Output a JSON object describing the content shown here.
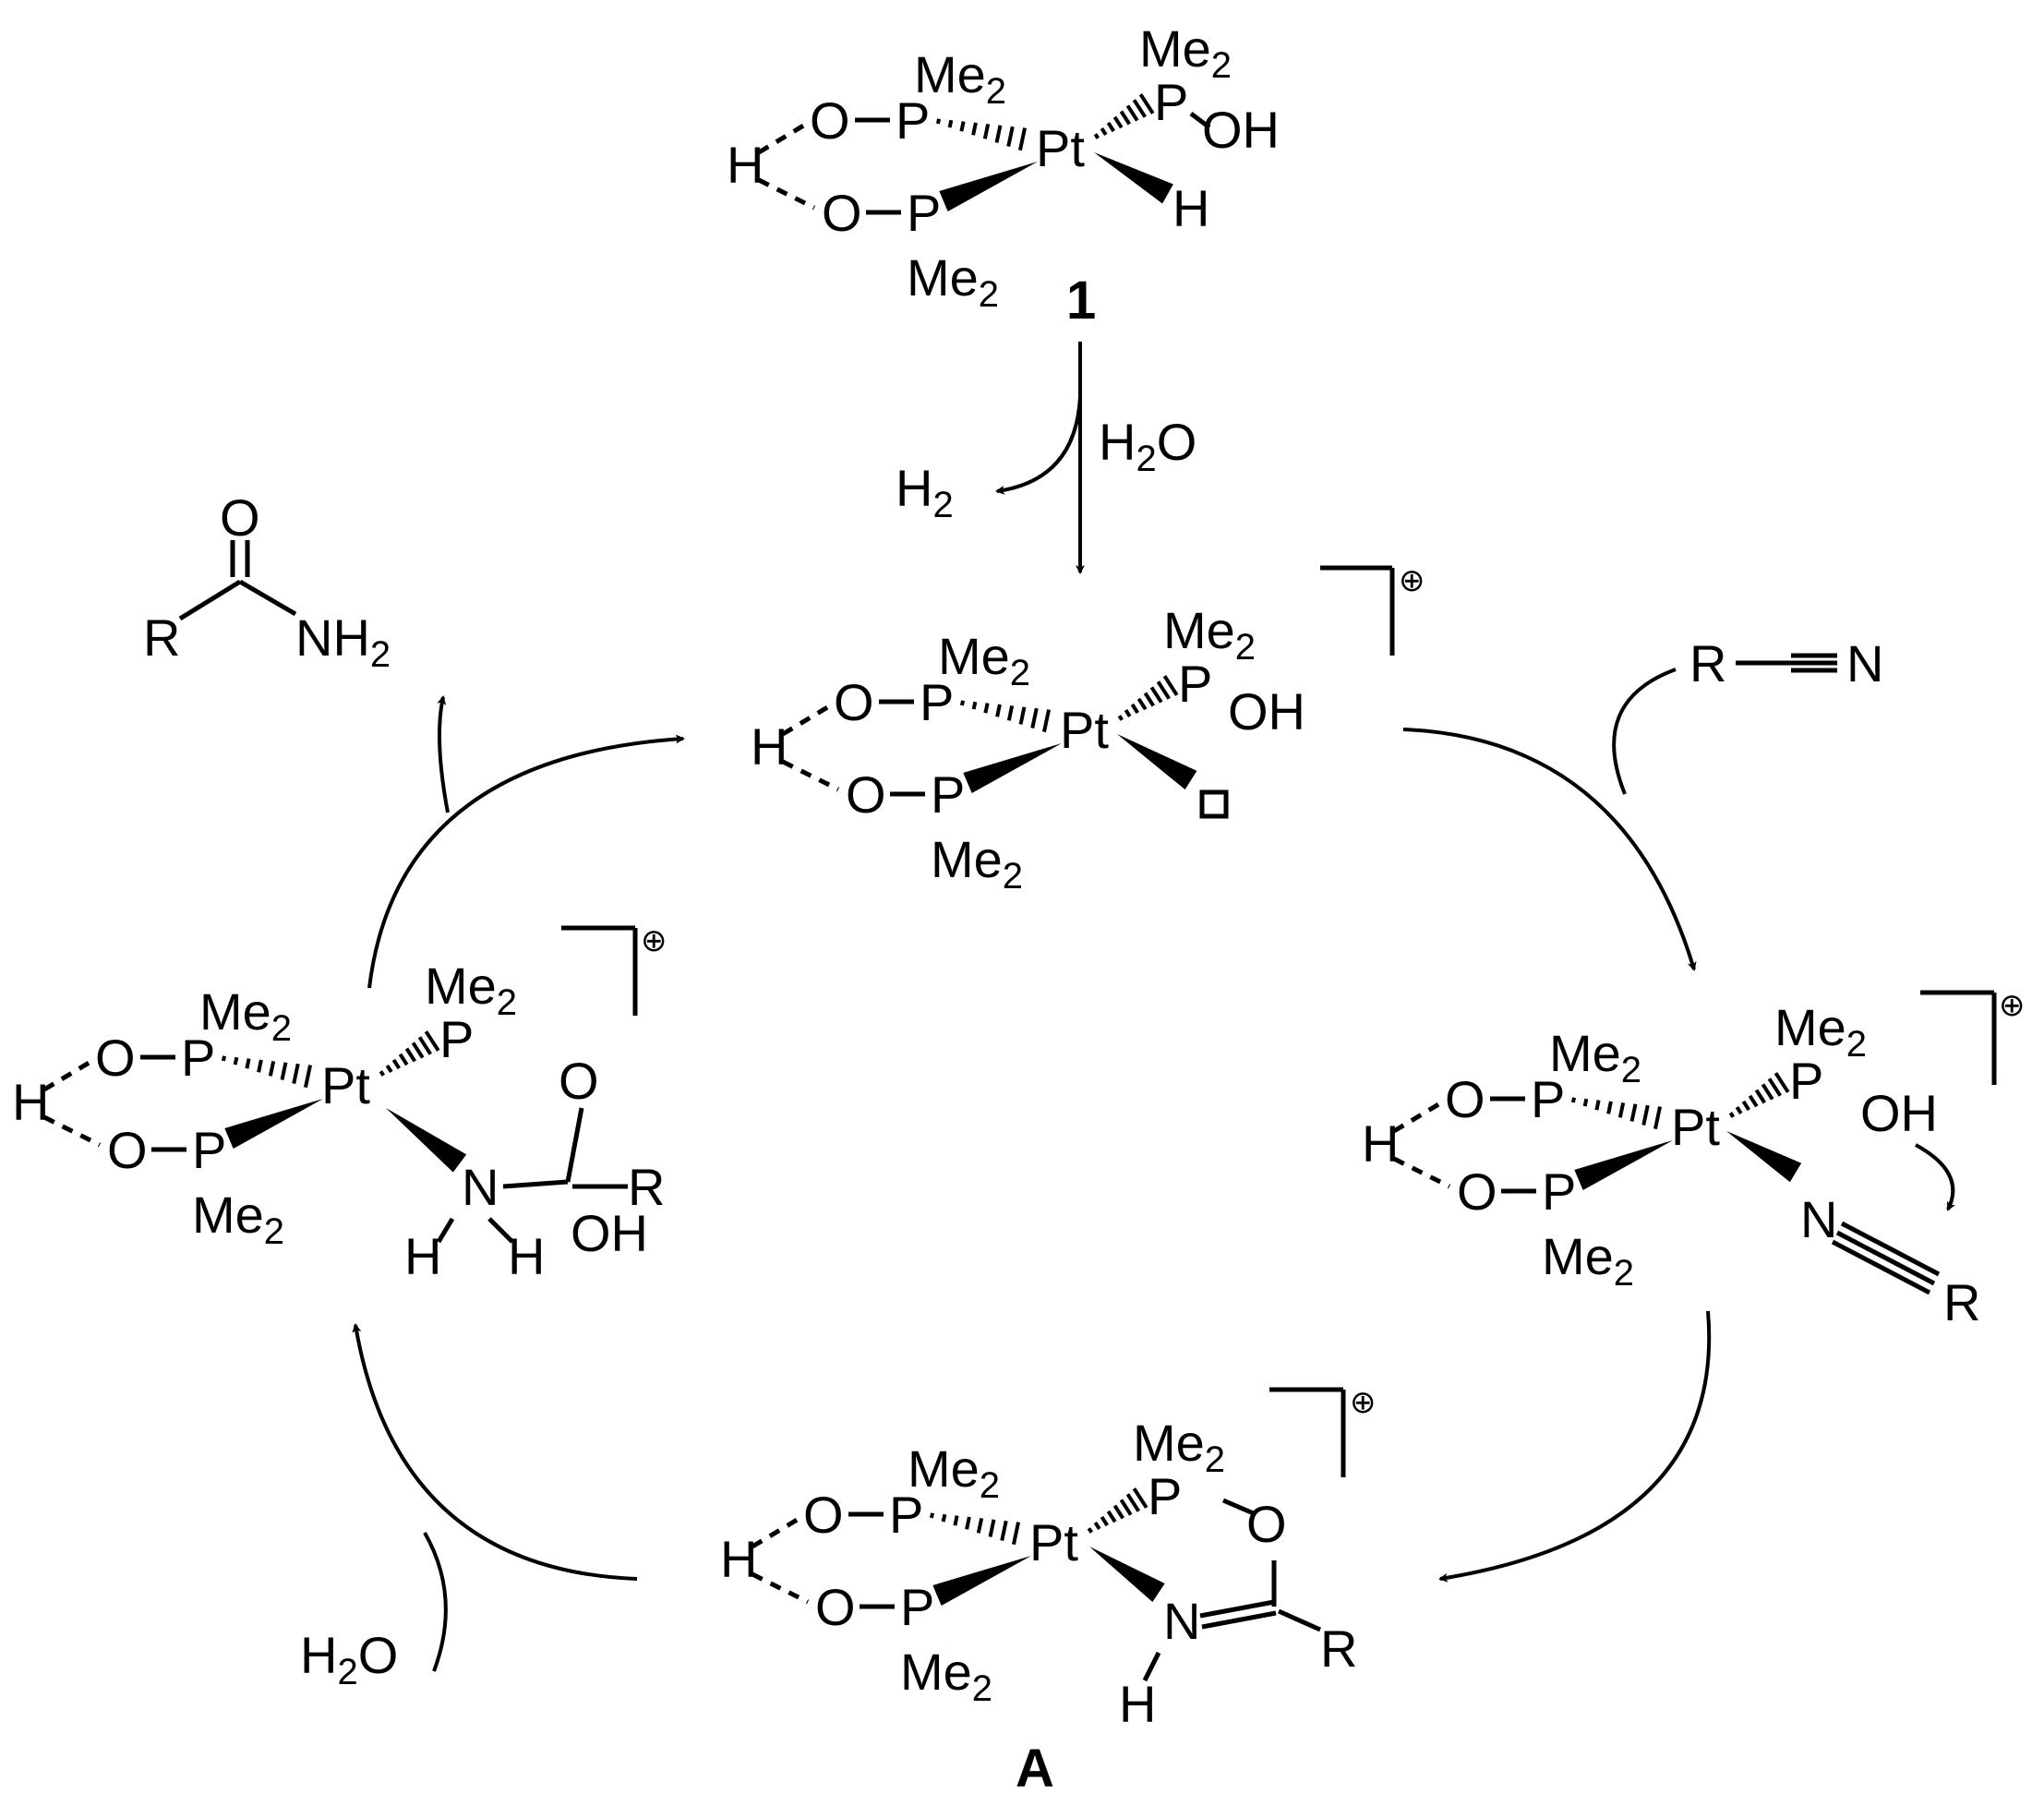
{
  "diagram": {
    "complex_1": {
      "label": "1"
    },
    "complex_A": {
      "label": "A"
    },
    "atoms": {
      "P": "P",
      "O": "O",
      "H": "H",
      "N": "N",
      "R": "R",
      "Pt": "Pt",
      "Me": "Me",
      "OH": "OH",
      "sub2": "2"
    },
    "reagents": {
      "water": "H2O",
      "hydrogen": "H2",
      "nitrile": "R—≡N",
      "amide": "RC(O)NH2"
    },
    "charge_symbol": "⊕"
  }
}
